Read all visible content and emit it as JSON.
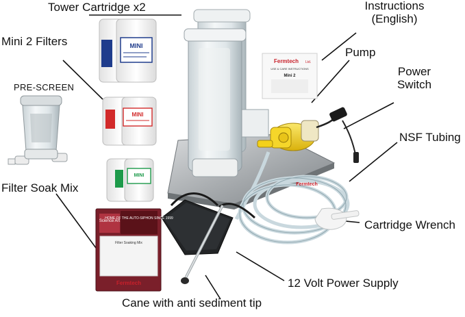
{
  "labels": {
    "tower_cartridge": "Tower Cartridge x2",
    "instructions_line1": "Instructions",
    "instructions_line2": "(English)",
    "mini2_filters": "Mini 2 Filters",
    "pre_screen": "PRE-SCREEN",
    "pump": "Pump",
    "power_switch_line1": "Power",
    "power_switch_line2": "Switch",
    "nsf_tubing": "NSF Tubing",
    "filter_soak_mix": "Filter Soak Mix",
    "cartridge_wrench": "Cartridge Wrench",
    "power_supply": "12 Volt Power Supply",
    "cane": "Cane with anti sediment tip"
  },
  "product_text": {
    "cartridge_blue_title": "MINI",
    "cartridge_red_title": "MINI",
    "cartridge_green_title": "MINI",
    "brand": "Fermtech",
    "brand_ltd": "Ltd.",
    "manual_title": "Mini 2",
    "manual_subtitle": "USE & CARE INSTRUCTIONS",
    "soak_bag_brand": "Science Art",
    "soak_bag_banner": "HOME OF THE AUTO-SIPHON SINCE 1999",
    "soak_bag_label": "Filter Soaking Mix"
  },
  "colors": {
    "background": "#ffffff",
    "label_text": "#111111",
    "pump_yellow": "#f3d11a",
    "brand_red": "#c8202a",
    "cartridge_blue": "#1f3c8c",
    "cartridge_red": "#d22a2a",
    "cartridge_green": "#1d9a4a",
    "tubing": "#d9e6ea",
    "base_plate": "#b9bcbe"
  }
}
